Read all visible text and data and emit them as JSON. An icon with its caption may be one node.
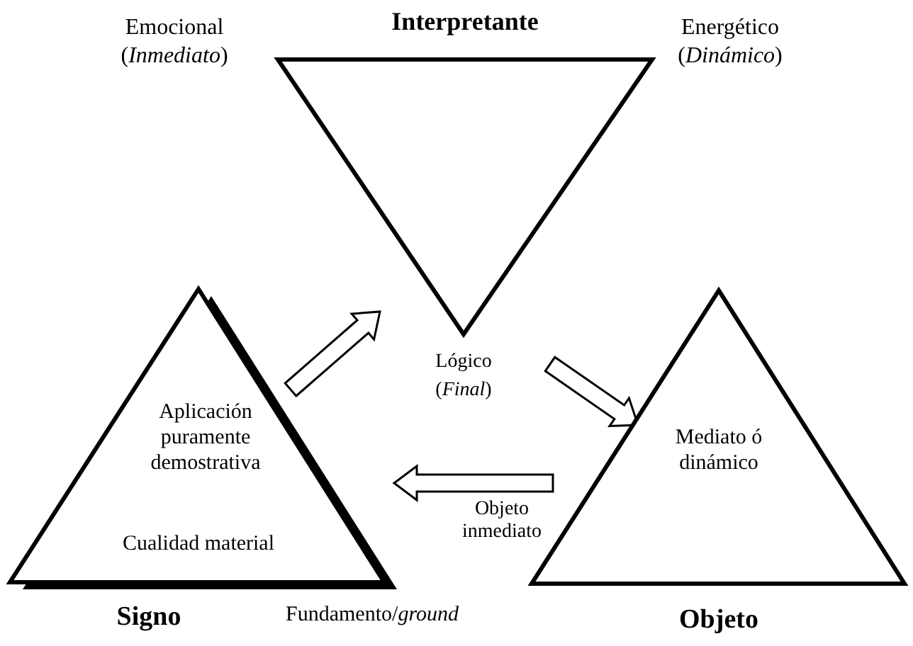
{
  "diagram": {
    "nodes": [
      {
        "text": [
          "Interpretante"
        ],
        "beside": [
          "Emocional (*Inmediato*)",
          "Energético (*Dinámico*)",
          "Lógico (*Final*)"
        ]
      },
      {
        "text": [
          "Aplicación puramente demostrativa",
          "Cualidad material",
          "Signo"
        ],
        "beside": [
          "Fundamento/*ground*"
        ]
      },
      {
        "text": [
          "Mediato ó dinámico",
          "Objeto"
        ]
      }
    ],
    "edges": [
      {
        "from": 1,
        "to": 0,
        "arrow": "to"
      },
      {
        "from": 0,
        "to": 2,
        "arrow": "to"
      },
      {
        "from": 2,
        "to": 1,
        "arrow": "to",
        "label": "Objeto inmediato"
      }
    ]
  }
}
